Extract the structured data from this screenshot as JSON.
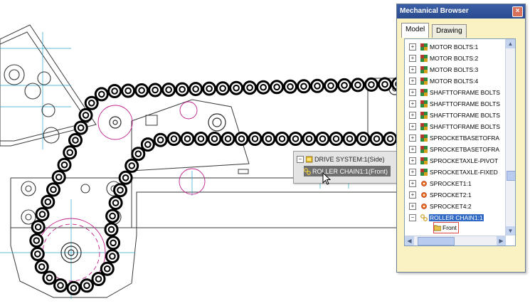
{
  "browser": {
    "title": "Mechanical Browser",
    "close_symbol": "×",
    "tabs": [
      {
        "label": "Model",
        "active": true
      },
      {
        "label": "Drawing",
        "active": false
      }
    ],
    "items": [
      {
        "label": "MOTOR BOLTS:1",
        "icon": "bolt-assembly-icon"
      },
      {
        "label": "MOTOR BOLTS:2",
        "icon": "bolt-assembly-icon"
      },
      {
        "label": "MOTOR BOLTS:3",
        "icon": "bolt-assembly-icon"
      },
      {
        "label": "MOTOR BOLTS:4",
        "icon": "bolt-assembly-icon"
      },
      {
        "label": "SHAFTTOFRAME BOLTS",
        "icon": "bolt-assembly-icon"
      },
      {
        "label": "SHAFTTOFRAME BOLTS",
        "icon": "bolt-assembly-icon"
      },
      {
        "label": "SHAFTTOFRAME BOLTS",
        "icon": "bolt-assembly-icon"
      },
      {
        "label": "SHAFTTOFRAME BOLTS",
        "icon": "bolt-assembly-icon"
      },
      {
        "label": "SPROCKETBASETOFRA",
        "icon": "bolt-assembly-icon"
      },
      {
        "label": "SPROCKETBASETOFRA",
        "icon": "bolt-assembly-icon"
      },
      {
        "label": "SPROCKETAXLE-PIVOT",
        "icon": "bolt-assembly-icon"
      },
      {
        "label": "SPROCKETAXLE-FIXED",
        "icon": "bolt-assembly-icon"
      },
      {
        "label": "SPROCKET1:1",
        "icon": "sprocket-icon"
      },
      {
        "label": "SPROCKET2:1",
        "icon": "sprocket-icon"
      },
      {
        "label": "SPROCKET4:2",
        "icon": "sprocket-icon"
      },
      {
        "label": "ROLLER CHAIN1:1",
        "icon": "chain-icon",
        "selected": true,
        "expanded": true
      }
    ],
    "child": {
      "label": "Front",
      "icon": "folder-icon"
    }
  },
  "popup": {
    "row1": "DRIVE SYSTEM:1(Side)",
    "row2": "ROLLER CHAIN1:1(Front)"
  },
  "colors": {
    "drawing_line": "#3a3a3a",
    "center_line": "#2aa6c8",
    "sprocket_line": "#c0208a",
    "chain_center": "#e03a3a",
    "selection": "#316ac5",
    "browser_bg": "#fbf2c4"
  }
}
